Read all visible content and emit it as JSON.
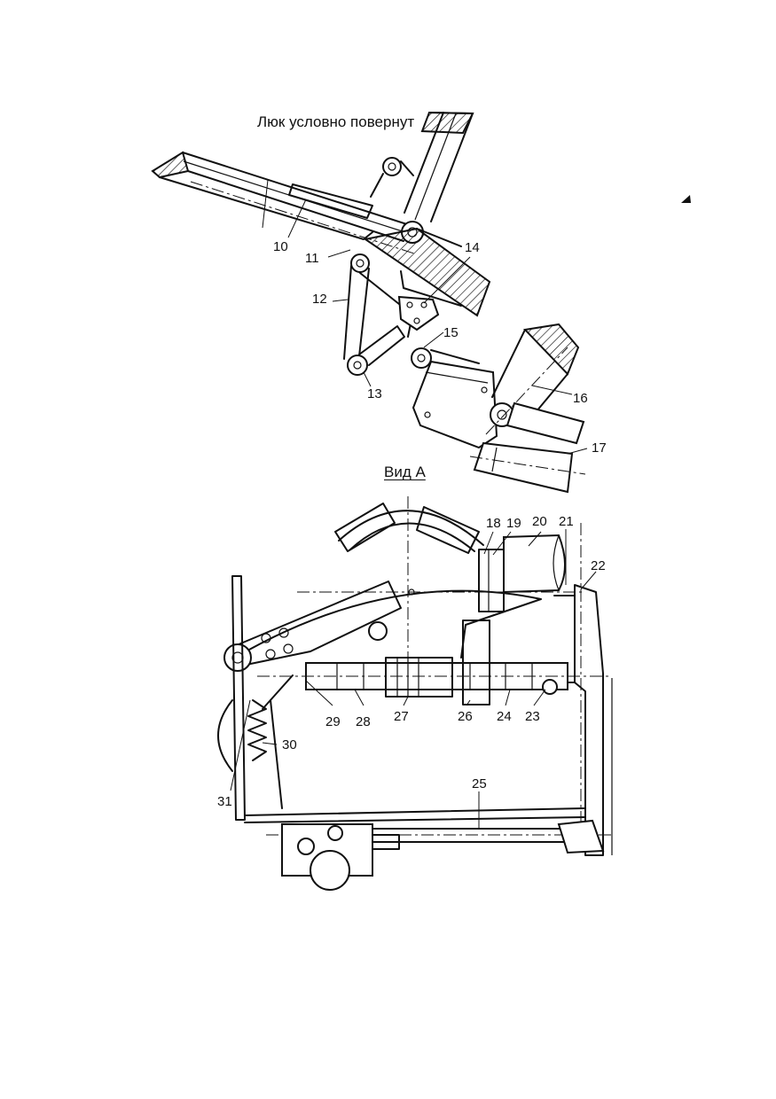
{
  "captions": {
    "top": "Люк условно повернут",
    "view": "Вид А"
  },
  "callouts": [
    {
      "id": "10",
      "label": "10"
    },
    {
      "id": "11",
      "label": "11"
    },
    {
      "id": "12",
      "label": "12"
    },
    {
      "id": "13",
      "label": "13"
    },
    {
      "id": "14",
      "label": "14"
    },
    {
      "id": "15",
      "label": "15"
    },
    {
      "id": "16",
      "label": "16"
    },
    {
      "id": "17",
      "label": "17"
    },
    {
      "id": "18",
      "label": "18"
    },
    {
      "id": "19",
      "label": "19"
    },
    {
      "id": "20",
      "label": "20"
    },
    {
      "id": "21",
      "label": "21"
    },
    {
      "id": "22",
      "label": "22"
    },
    {
      "id": "23",
      "label": "23"
    },
    {
      "id": "24",
      "label": "24"
    },
    {
      "id": "25",
      "label": "25"
    },
    {
      "id": "26",
      "label": "26"
    },
    {
      "id": "27",
      "label": "27"
    },
    {
      "id": "28",
      "label": "28"
    },
    {
      "id": "29",
      "label": "29"
    },
    {
      "id": "30",
      "label": "30"
    },
    {
      "id": "31",
      "label": "31"
    }
  ],
  "marks": {
    "view_arrow": "triangle-arrow-icon"
  }
}
